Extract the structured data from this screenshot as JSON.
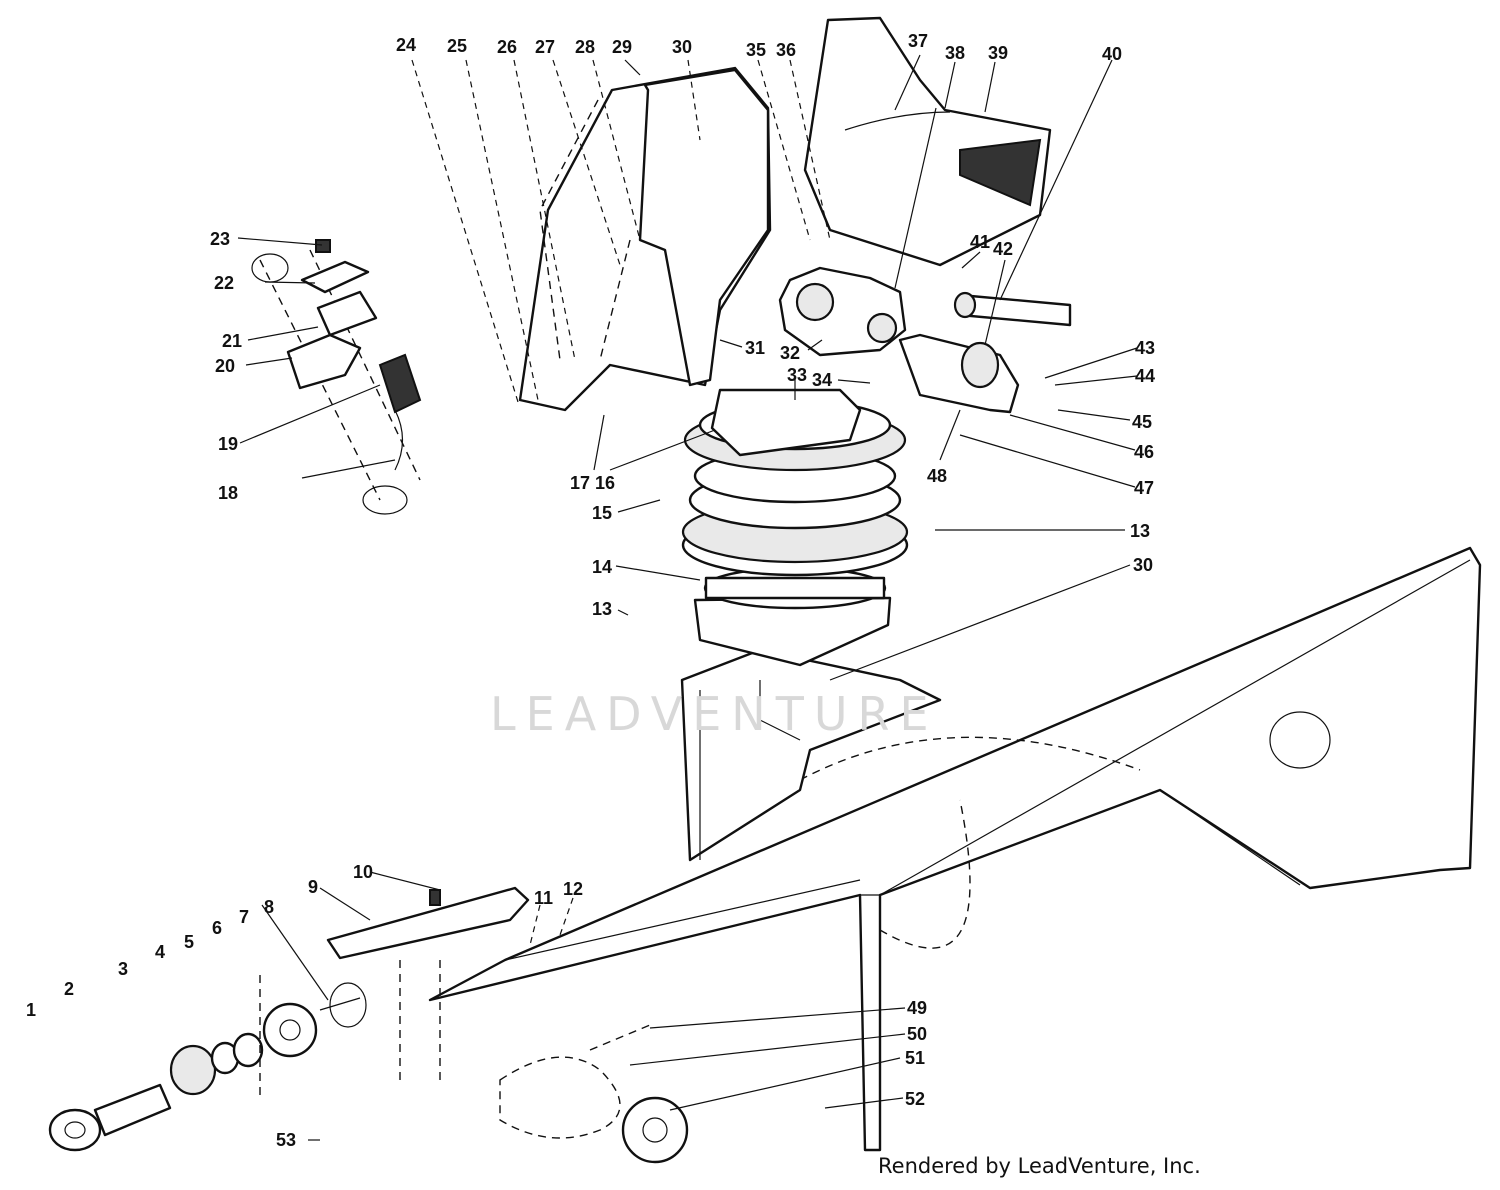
{
  "watermark": "LEADVENTURE",
  "credit": "Rendered by LeadVenture, Inc.",
  "callouts": [
    {
      "n": "1"
    },
    {
      "n": "2"
    },
    {
      "n": "3"
    },
    {
      "n": "4"
    },
    {
      "n": "5"
    },
    {
      "n": "6"
    },
    {
      "n": "7"
    },
    {
      "n": "8"
    },
    {
      "n": "9"
    },
    {
      "n": "10"
    },
    {
      "n": "11"
    },
    {
      "n": "12"
    },
    {
      "n": "13"
    },
    {
      "n": "13"
    },
    {
      "n": "14"
    },
    {
      "n": "15"
    },
    {
      "n": "16"
    },
    {
      "n": "17"
    },
    {
      "n": "18"
    },
    {
      "n": "19"
    },
    {
      "n": "20"
    },
    {
      "n": "21"
    },
    {
      "n": "22"
    },
    {
      "n": "23"
    },
    {
      "n": "24"
    },
    {
      "n": "25"
    },
    {
      "n": "26"
    },
    {
      "n": "27"
    },
    {
      "n": "28"
    },
    {
      "n": "29"
    },
    {
      "n": "30"
    },
    {
      "n": "30"
    },
    {
      "n": "31"
    },
    {
      "n": "32"
    },
    {
      "n": "33"
    },
    {
      "n": "34"
    },
    {
      "n": "35"
    },
    {
      "n": "36"
    },
    {
      "n": "37"
    },
    {
      "n": "38"
    },
    {
      "n": "39"
    },
    {
      "n": "40"
    },
    {
      "n": "41"
    },
    {
      "n": "42"
    },
    {
      "n": "43"
    },
    {
      "n": "44"
    },
    {
      "n": "45"
    },
    {
      "n": "46"
    },
    {
      "n": "47"
    },
    {
      "n": "48"
    },
    {
      "n": "49"
    },
    {
      "n": "50"
    },
    {
      "n": "51"
    },
    {
      "n": "52"
    },
    {
      "n": "53"
    }
  ]
}
